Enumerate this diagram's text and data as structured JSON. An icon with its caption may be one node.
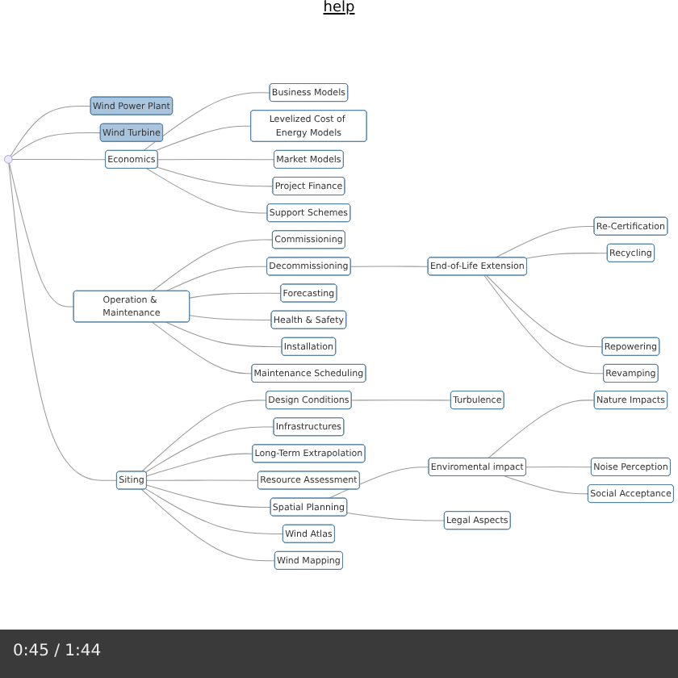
{
  "diagram": {
    "nodes": [
      {
        "text": [],
        "shape": "circle"
      },
      {
        "text": [
          "Economics"
        ]
      },
      {
        "text": [
          "Business Models"
        ]
      },
      {
        "text": [
          "Levelized Cost of Energy Models"
        ]
      },
      {
        "text": [
          "Market Models"
        ]
      },
      {
        "text": [
          "Project Finance"
        ]
      },
      {
        "text": [
          "Support Schemes"
        ]
      },
      {
        "text": [
          "Operation & Maintenance"
        ]
      },
      {
        "text": [
          "Commissioning"
        ]
      },
      {
        "text": [
          "Decommissioning"
        ]
      },
      {
        "text": [
          "End-of-Life Extension"
        ]
      },
      {
        "text": [
          "Re-Certification"
        ]
      },
      {
        "text": [
          "Recycling"
        ]
      },
      {
        "text": [
          "Repowering"
        ]
      },
      {
        "text": [
          "Revamping"
        ]
      },
      {
        "text": [
          "Forecasting"
        ]
      },
      {
        "text": [
          "Health & Safety"
        ]
      },
      {
        "text": [
          "Installation"
        ]
      },
      {
        "text": [
          "Maintenance Scheduling"
        ]
      },
      {
        "text": [
          "Siting"
        ]
      },
      {
        "text": [
          "Design Conditions"
        ]
      },
      {
        "text": [
          "Turbulence"
        ]
      },
      {
        "text": [
          "Infrastructures"
        ]
      },
      {
        "text": [
          "Long-Term Extrapolation"
        ]
      },
      {
        "text": [
          "Resource Assessment"
        ]
      },
      {
        "text": [
          "Spatial Planning"
        ]
      },
      {
        "text": [
          "Enviromental impact"
        ]
      },
      {
        "text": [
          "Nature Impacts"
        ]
      },
      {
        "text": [
          "Noise Perception"
        ]
      },
      {
        "text": [
          "Social Acceptance"
        ]
      },
      {
        "text": [
          "Legal Aspects"
        ]
      },
      {
        "text": [
          "Wind Atlas"
        ]
      },
      {
        "text": [
          "Wind Mapping"
        ]
      },
      {
        "text": [
          "Wind Power Plant"
        ]
      },
      {
        "text": [
          "Wind Turbine"
        ]
      }
    ],
    "edges": [
      {
        "from": 0,
        "to": 1,
        "arrow": "none"
      },
      {
        "from": 1,
        "to": 2,
        "arrow": "none"
      },
      {
        "from": 1,
        "to": 3,
        "arrow": "none"
      },
      {
        "from": 1,
        "to": 4,
        "arrow": "none"
      },
      {
        "from": 1,
        "to": 5,
        "arrow": "none"
      },
      {
        "from": 1,
        "to": 6,
        "arrow": "none"
      },
      {
        "from": 0,
        "to": 7,
        "arrow": "none"
      },
      {
        "from": 7,
        "to": 8,
        "arrow": "none"
      },
      {
        "from": 7,
        "to": 9,
        "arrow": "none"
      },
      {
        "from": 9,
        "to": 10,
        "arrow": "none"
      },
      {
        "from": 10,
        "to": 11,
        "arrow": "none"
      },
      {
        "from": 10,
        "to": 12,
        "arrow": "none"
      },
      {
        "from": 10,
        "to": 13,
        "arrow": "none"
      },
      {
        "from": 10,
        "to": 14,
        "arrow": "none"
      },
      {
        "from": 7,
        "to": 15,
        "arrow": "none"
      },
      {
        "from": 7,
        "to": 16,
        "arrow": "none"
      },
      {
        "from": 7,
        "to": 17,
        "arrow": "none"
      },
      {
        "from": 7,
        "to": 18,
        "arrow": "none"
      },
      {
        "from": 0,
        "to": 19,
        "arrow": "none"
      },
      {
        "from": 19,
        "to": 20,
        "arrow": "none"
      },
      {
        "from": 20,
        "to": 21,
        "arrow": "none"
      },
      {
        "from": 19,
        "to": 22,
        "arrow": "none"
      },
      {
        "from": 19,
        "to": 23,
        "arrow": "none"
      },
      {
        "from": 19,
        "to": 24,
        "arrow": "none"
      },
      {
        "from": 19,
        "to": 25,
        "arrow": "none"
      },
      {
        "from": 25,
        "to": 26,
        "arrow": "none"
      },
      {
        "from": 26,
        "to": 27,
        "arrow": "none"
      },
      {
        "from": 26,
        "to": 28,
        "arrow": "none"
      },
      {
        "from": 26,
        "to": 29,
        "arrow": "none"
      },
      {
        "from": 25,
        "to": 30,
        "arrow": "none"
      },
      {
        "from": 19,
        "to": 31,
        "arrow": "none"
      },
      {
        "from": 19,
        "to": 32,
        "arrow": "none"
      },
      {
        "from": 0,
        "to": 33,
        "arrow": "none"
      },
      {
        "from": 0,
        "to": 34,
        "arrow": "none"
      }
    ],
    "labels": [
      "help",
      "0:45 / 1:44"
    ]
  }
}
